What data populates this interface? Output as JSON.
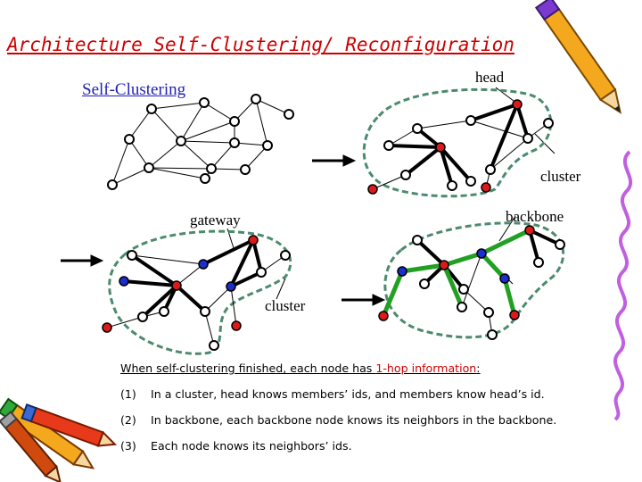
{
  "title": "Architecture Self-Clustering/ Reconfiguration",
  "labels": {
    "self_clustering": "Self-Clustering",
    "head": "head",
    "cluster_top": "cluster",
    "backbone": "backbone",
    "gateway": "gateway",
    "cluster_bottom": "cluster"
  },
  "info": {
    "heading_prefix": "When self-clustering finished, each node has ",
    "heading_highlight": "1-hop information",
    "heading_suffix": ":",
    "items": [
      {
        "num": "(1)",
        "text": "In a cluster, head knows members’ ids, and members know head’s id."
      },
      {
        "num": "(2)",
        "text": "In backbone, each backbone node knows its neighbors in the backbone."
      },
      {
        "num": "(3)",
        "text": "Each node knows its neighbors’ ids."
      }
    ]
  },
  "colors": {
    "title": "#cc0000",
    "label_blue": "#1f1fb4",
    "head_node": "#dd1a1a",
    "gateway_node": "#1a2fcc",
    "backbone_edge": "#22a022",
    "cluster_outline": "#4c8a6e"
  },
  "icons": [
    "pencil-icon-top-right",
    "pencils-icon-bottom-left",
    "squiggle-decoration-right"
  ]
}
